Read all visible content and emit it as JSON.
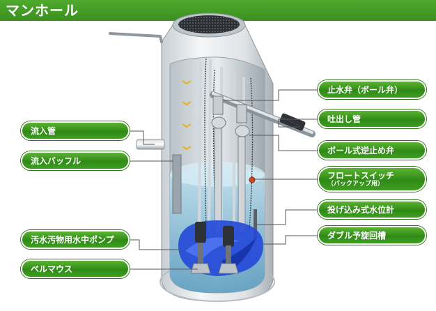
{
  "header": {
    "title": "マンホール"
  },
  "labels": {
    "left": [
      {
        "id": "inflow-pipe",
        "text": "流入管"
      },
      {
        "id": "inflow-baffle",
        "text": "流入バッフル"
      },
      {
        "id": "pump",
        "text": "汚水汚物用水中ポンプ"
      },
      {
        "id": "bellmouth",
        "text": "ベルマウス"
      }
    ],
    "right": [
      {
        "id": "stop-valve",
        "text": "止水弁（ボール弁）"
      },
      {
        "id": "discharge-pipe",
        "text": "吐出し管"
      },
      {
        "id": "check-valve",
        "text": "ボール式逆止め弁"
      },
      {
        "id": "float-switch",
        "text": "フロートスイッチ",
        "sub": "（バックアップ用）"
      },
      {
        "id": "level-meter",
        "text": "投げ込み式水位計"
      },
      {
        "id": "swirl-tank",
        "text": "ダブル予旋回槽"
      }
    ]
  },
  "colors": {
    "accent_green": "#3b8f1f",
    "water": "#8fc4dc",
    "pump_blue": "#1d3fc4",
    "shaft_white": "#e6e9ec"
  }
}
